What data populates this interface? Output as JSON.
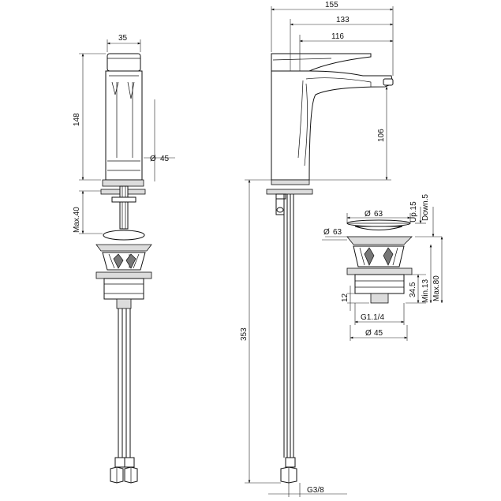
{
  "dimensions": {
    "side_width": "35",
    "side_height": "148",
    "side_body_diameter": "45",
    "side_deck_max": "Max.40",
    "front_total_width": "155",
    "front_spout_reach": "133",
    "front_outlet_reach": "116",
    "front_outlet_height": "106",
    "front_hose_length": "353",
    "front_hose_thread": "G3/8",
    "waste_top_diameter": "63",
    "waste_flange_diameter": "63",
    "waste_up_travel": "Up.15",
    "waste_down_travel": "Down.5",
    "waste_body_height": "34.5",
    "waste_nut_height": "12",
    "waste_min": "Min.13",
    "waste_max": "Max.80",
    "waste_thread": "G1.1/4",
    "waste_base_diameter": "45"
  }
}
